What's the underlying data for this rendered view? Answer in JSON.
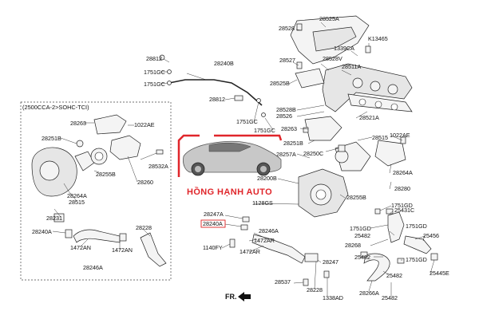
{
  "labels": {
    "l28528": "28528",
    "l28525A": "28525A",
    "l1339CA": "1339CA",
    "lK13465": "K13465",
    "l28527": "28527",
    "l28528V": "28528V",
    "l28511A": "28511A",
    "l28525B": "28525B",
    "l28812": "28812",
    "l28240B": "28240B",
    "l1751GC_a": "1751GC",
    "l1751GC_b": "1751GC",
    "l28812b": "28812",
    "l1751GC_c": "1751GC",
    "l1751GC_d": "1751GC",
    "l28528B": "28528B",
    "l28526": "28526",
    "l28521A": "28521A",
    "l28263": "28263",
    "l28515": "28515",
    "l1022AE": "1022AE",
    "l28251B": "28251B",
    "l28250C": "28250C",
    "l28264A": "28264A",
    "l28280": "28280",
    "l28200B": "28200B",
    "l28257A": "28257A",
    "l1128GS": "1128GS",
    "l28247A": "28247A",
    "l28240A": "28240A",
    "l28255B": "28255B",
    "l1751GD_a": "1751GD",
    "l25431C": "25431C",
    "l1751GD_b": "1751GD",
    "l1751GD_c": "1751GD",
    "l25482_a": "25482",
    "l25456": "25456",
    "l28268": "28268",
    "l25482_b": "25482",
    "l1751GD_d": "1751GD",
    "l28246A": "28246A",
    "l1472AR_a": "1472AR",
    "l1140FY": "1140FY",
    "l1472AR_b": "1472AR",
    "l28247": "28247",
    "l25482_c": "25482",
    "l25445E": "25445E",
    "l28537": "28537",
    "l28228_r": "28228",
    "l1338AD": "1338AD",
    "l28266A": "28266A",
    "l25482_d": "25482",
    "i28263": "28263",
    "i1022AE": "1022AE",
    "i28251B": "28251B",
    "i28255B": "28255B",
    "i28532A": "28532A",
    "i28260": "28260",
    "i28264A": "28264A",
    "i28515": "28515",
    "i28231": "28231",
    "i28240A": "28240A",
    "i28228": "28228",
    "i1472AN": "1472AN",
    "i1472AN_b": "1472AN",
    "i28246A": "28246A"
  },
  "inset_title": "(2500CCA-2>SOHC-TCI)",
  "direction": "FR.",
  "watermark": "HỒNG HẠNH AUTO",
  "colors": {
    "watermark": "#e0262b",
    "line": "#222222"
  }
}
